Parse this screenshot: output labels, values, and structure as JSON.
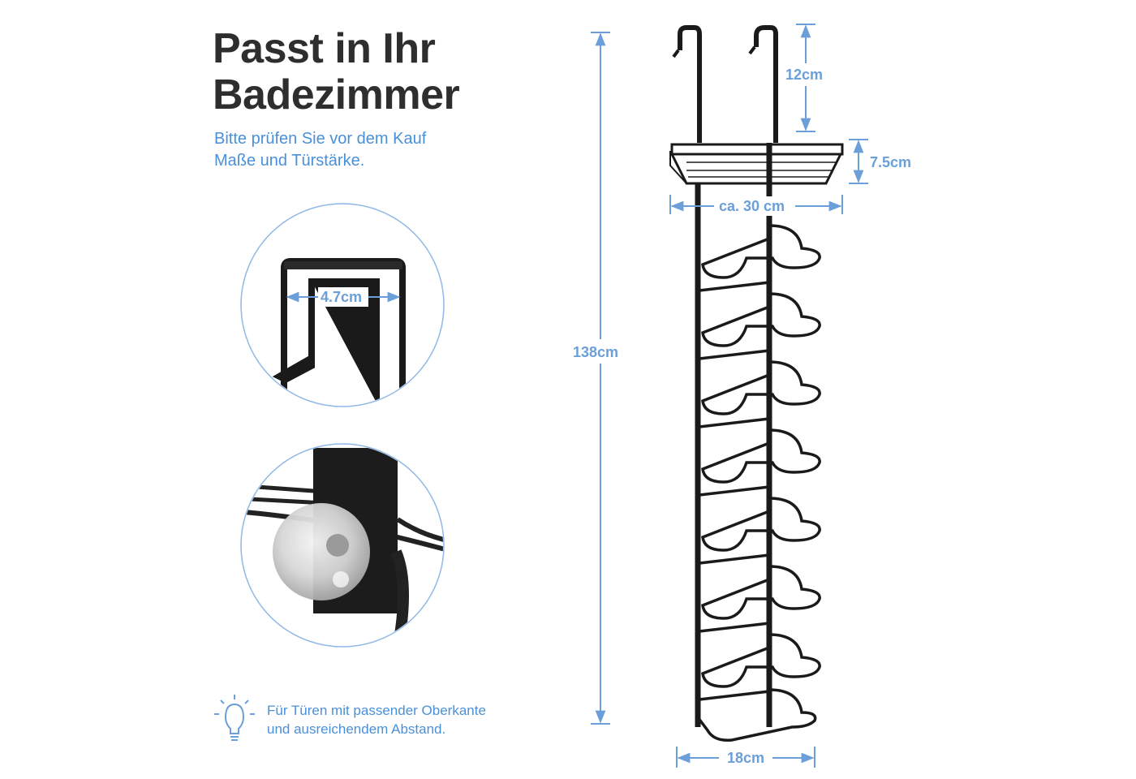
{
  "headline": {
    "line1": "Passt in Ihr",
    "line2": "Badezimmer"
  },
  "subheadline": {
    "line1": "Bitte prüfen Sie vor dem Kauf",
    "line2": "Maße und Türstärke."
  },
  "detail_hook_width": "4.7cm",
  "dimensions": {
    "total_height": "138cm",
    "hook_height": "12cm",
    "basket_height": "7.5cm",
    "basket_width": "ca. 30 cm",
    "rack_width": "18cm"
  },
  "tip": {
    "icon": "lightbulb-icon",
    "line1": "Für Türen mit passender Oberkante",
    "line2": "und ausreichendem Abstand."
  },
  "colors": {
    "accent": "#6b9fd9",
    "text": "#2e2e2e",
    "product": "#1a1a1a"
  }
}
